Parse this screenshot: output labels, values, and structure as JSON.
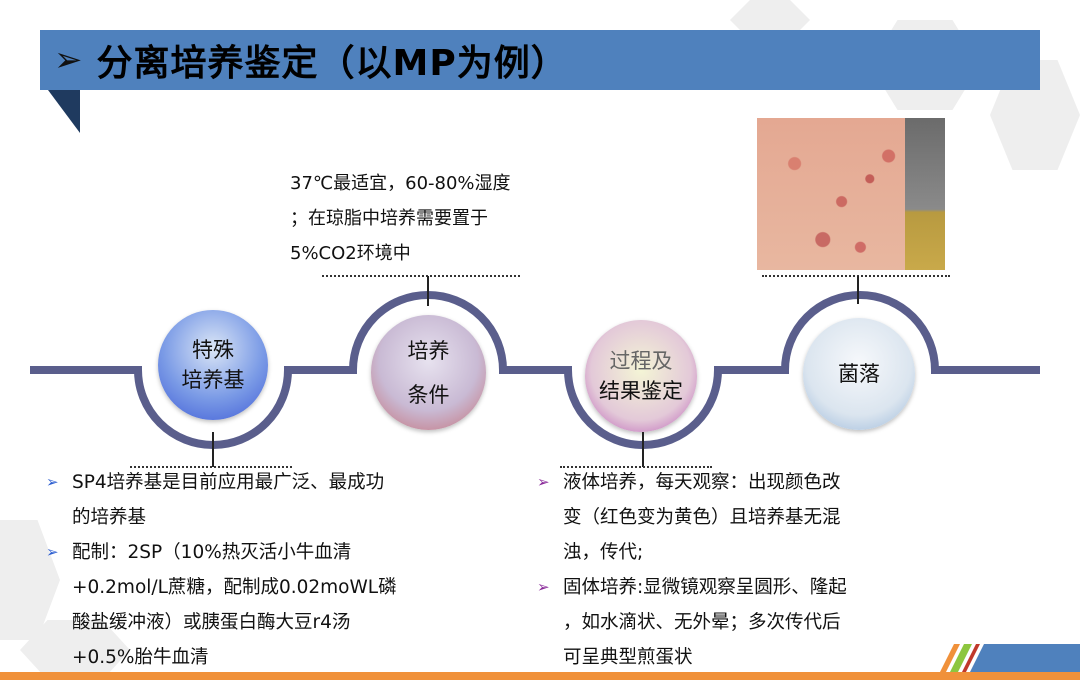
{
  "slide": {
    "title": "分离培养鉴定（以MP为例）",
    "title_marker": "➢",
    "colors": {
      "title_bar": "#4f81bd",
      "timeline": "#5a5e8c",
      "footer": "#f0913a"
    },
    "nodes": [
      {
        "label_lines": [
          "特殊",
          "培养基"
        ]
      },
      {
        "label_lines": [
          "培养",
          "条件"
        ]
      },
      {
        "label_lines": [
          "过程及",
          "结果鉴定"
        ]
      },
      {
        "label_lines": [
          "菌落"
        ]
      }
    ],
    "conditions_note": [
      "37℃最适宜，60-80%湿度",
      "；在琼脂中培养需要置于",
      "5%CO2环境中"
    ],
    "left_bullets": [
      {
        "lines": [
          "SP4培养基是目前应用最广泛、最成功",
          "的培养基"
        ]
      },
      {
        "lines": [
          "配制：2SP（10%热灭活小牛血清",
          "+0.2mol/L蔗糖，配制成0.02moWL磷",
          "酸盐缓冲液）或胰蛋白酶大豆r4汤",
          "+0.5%胎牛血清"
        ]
      }
    ],
    "right_bullets": [
      {
        "lines": [
          "液体培养，每天观察：出现颜色改",
          "变（红色变为黄色）且培养基无混",
          "浊，传代;"
        ]
      },
      {
        "lines": [
          "固体培养:显微镜观察呈圆形、隆起",
          "，如水滴状、无外晕；多次传代后",
          "可呈典型煎蛋状"
        ]
      }
    ],
    "bullet_marker": "➢"
  }
}
